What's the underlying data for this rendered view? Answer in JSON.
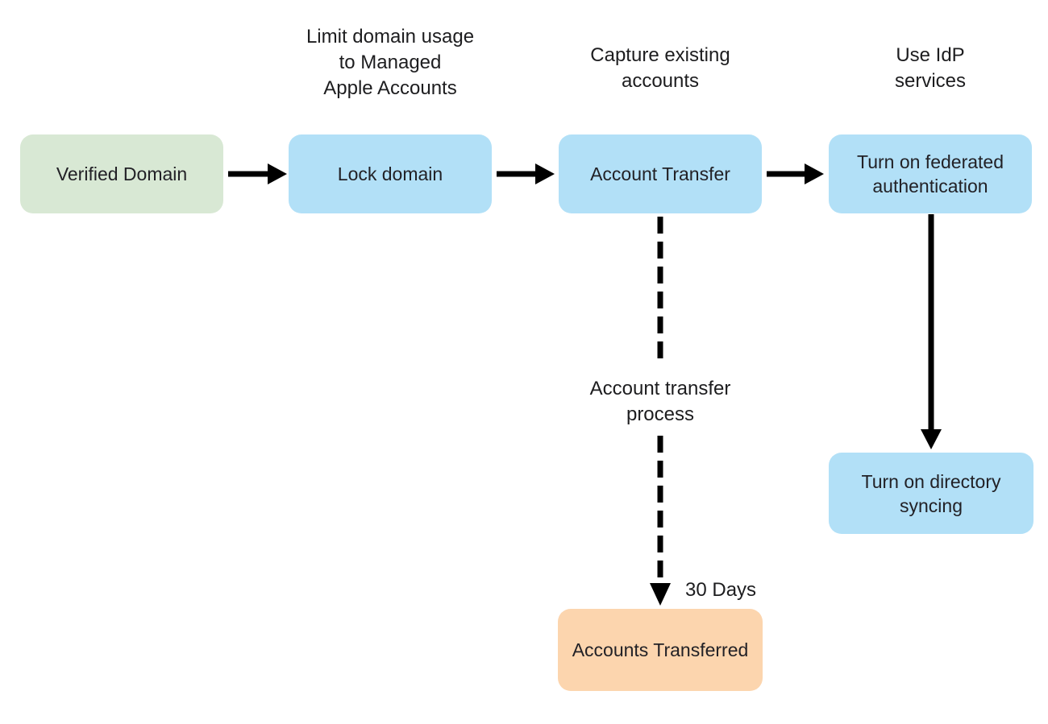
{
  "diagram": {
    "background": "#ffffff",
    "colors": {
      "arrow": "#000000",
      "text": "#1d1d1f",
      "green_node": "#d8e8d4",
      "blue_node": "#b2e0f7",
      "orange_node": "#fcd5ae"
    },
    "annotations": [
      {
        "text": "Limit domain usage\nto Managed\nApple Accounts"
      },
      {
        "text": "Capture existing\naccounts"
      },
      {
        "text": "Use IdP\nservices"
      }
    ],
    "nodes": [
      {
        "id": "verified-domain",
        "label": "Verified Domain",
        "fill": "#d8e8d4"
      },
      {
        "id": "lock-domain",
        "label": "Lock domain",
        "fill": "#b2e0f7"
      },
      {
        "id": "account-transfer",
        "label": "Account Transfer",
        "fill": "#b2e0f7"
      },
      {
        "id": "turn-on-federated-authentication",
        "label": "Turn on federated\nauthentication",
        "fill": "#b2e0f7"
      },
      {
        "id": "turn-on-directory-syncing",
        "label": "Turn on directory\nsyncing",
        "fill": "#b2e0f7"
      },
      {
        "id": "accounts-transferred",
        "label": "Accounts Transferred",
        "fill": "#fcd5ae"
      }
    ],
    "edges": [
      {
        "from": "verified-domain",
        "to": "lock-domain",
        "style": "solid"
      },
      {
        "from": "lock-domain",
        "to": "account-transfer",
        "style": "solid"
      },
      {
        "from": "account-transfer",
        "to": "turn-on-federated-authentication",
        "style": "solid"
      },
      {
        "from": "turn-on-federated-authentication",
        "to": "turn-on-directory-syncing",
        "style": "solid"
      },
      {
        "from": "account-transfer",
        "to": "accounts-transferred",
        "style": "dashed",
        "label": "Account transfer\nprocess",
        "duration_label": "30 Days"
      }
    ]
  }
}
